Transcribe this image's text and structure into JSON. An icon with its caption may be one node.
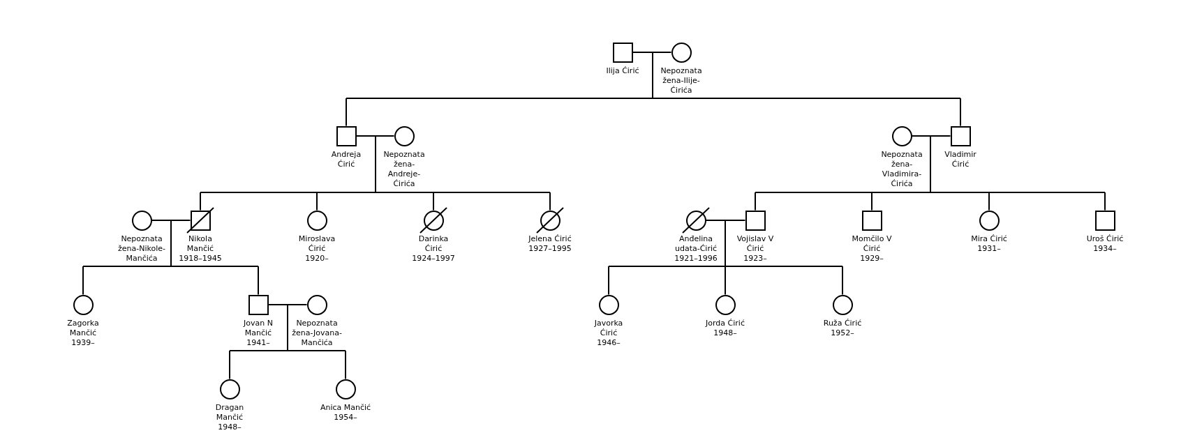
{
  "diagram": {
    "nodes": [
      {
        "text": [],
        "shape": "box",
        "beside": [
          "Ilija Ćirić"
        ]
      },
      {
        "text": [],
        "shape": "circle",
        "beside": [
          "Nepoznata žena-Ilije-Ćirića"
        ]
      },
      {
        "text": [],
        "shape": "box",
        "beside": [
          "Andreja Ćirić"
        ]
      },
      {
        "text": [],
        "shape": "circle",
        "beside": [
          "Nepoznata žena-Andreje-Ćirića"
        ]
      },
      {
        "text": [],
        "shape": "circle",
        "beside": [
          "Nepoznata žena-Vladimira-Ćirića"
        ]
      },
      {
        "text": [],
        "shape": "box",
        "beside": [
          "Vladimir Ćirić"
        ]
      },
      {
        "text": [],
        "shape": "circle",
        "beside": [
          "Nepoznata žena-Nikole-Mančića"
        ]
      },
      {
        "text": [],
        "shape": "slashed-box",
        "beside": [
          "Nikola Mančić",
          "1918–1945"
        ]
      },
      {
        "text": [],
        "shape": "circle",
        "beside": [
          "Miroslava Ćirić",
          "1920–"
        ]
      },
      {
        "text": [],
        "shape": "slashed-circle",
        "beside": [
          "Darinka Ćirić",
          "1924–1997"
        ]
      },
      {
        "text": [],
        "shape": "slashed-circle",
        "beside": [
          "Jelena Ćirić",
          "1927–1995"
        ]
      },
      {
        "text": [],
        "shape": "slashed-circle",
        "beside": [
          "Anđelina udata-Ćirić",
          "1921–1996"
        ]
      },
      {
        "text": [],
        "shape": "box",
        "beside": [
          "Vojislav V Ćirić",
          "1923–"
        ]
      },
      {
        "text": [],
        "shape": "box",
        "beside": [
          "Momčilo V Ćirić",
          "1929–"
        ]
      },
      {
        "text": [],
        "shape": "circle",
        "beside": [
          "Mira Ćirić",
          "1931–"
        ]
      },
      {
        "text": [],
        "shape": "box",
        "beside": [
          "Uroš Ćirić",
          "1934–"
        ]
      },
      {
        "text": [],
        "shape": "circle",
        "beside": [
          "Zagorka Mančić",
          "1939–"
        ]
      },
      {
        "text": [],
        "shape": "box",
        "beside": [
          "Jovan N Mančić",
          "1941–"
        ]
      },
      {
        "text": [],
        "shape": "circle",
        "beside": [
          "Nepoznata žena-Jovana-Mančića"
        ]
      },
      {
        "text": [],
        "shape": "circle",
        "beside": [
          "Javorka Ćirić",
          "1946–"
        ]
      },
      {
        "text": [],
        "shape": "circle",
        "beside": [
          "Jorda Ćirić",
          "1948–"
        ]
      },
      {
        "text": [],
        "shape": "circle",
        "beside": [
          "Ruža Ćirić",
          "1952–"
        ]
      },
      {
        "text": [],
        "shape": "circle",
        "beside": [
          "Dragan Mančić",
          "1948–"
        ]
      },
      {
        "text": [],
        "shape": "circle",
        "beside": [
          "Anica Mančić",
          "1954–"
        ]
      }
    ],
    "edges": [
      {
        "from": 0,
        "to": 1,
        "arrow": "none"
      },
      {
        "from": 0,
        "to": 2,
        "arrow": "none"
      },
      {
        "from": 1,
        "to": 2,
        "arrow": "none"
      },
      {
        "from": 0,
        "to": 5,
        "arrow": "none"
      },
      {
        "from": 1,
        "to": 5,
        "arrow": "none"
      },
      {
        "from": 2,
        "to": 3,
        "arrow": "none"
      },
      {
        "from": 2,
        "to": 7,
        "arrow": "none"
      },
      {
        "from": 3,
        "to": 7,
        "arrow": "none"
      },
      {
        "from": 2,
        "to": 8,
        "arrow": "none"
      },
      {
        "from": 3,
        "to": 8,
        "arrow": "none"
      },
      {
        "from": 2,
        "to": 9,
        "arrow": "none"
      },
      {
        "from": 3,
        "to": 9,
        "arrow": "none"
      },
      {
        "from": 2,
        "to": 10,
        "arrow": "none"
      },
      {
        "from": 3,
        "to": 10,
        "arrow": "none"
      },
      {
        "from": 4,
        "to": 5,
        "arrow": "none"
      },
      {
        "from": 5,
        "to": 12,
        "arrow": "none"
      },
      {
        "from": 4,
        "to": 12,
        "arrow": "none"
      },
      {
        "from": 5,
        "to": 13,
        "arrow": "none"
      },
      {
        "from": 4,
        "to": 13,
        "arrow": "none"
      },
      {
        "from": 5,
        "to": 14,
        "arrow": "none"
      },
      {
        "from": 4,
        "to": 14,
        "arrow": "none"
      },
      {
        "from": 5,
        "to": 15,
        "arrow": "none"
      },
      {
        "from": 4,
        "to": 15,
        "arrow": "none"
      },
      {
        "from": 6,
        "to": 7,
        "arrow": "none"
      },
      {
        "from": 7,
        "to": 16,
        "arrow": "none"
      },
      {
        "from": 6,
        "to": 16,
        "arrow": "none"
      },
      {
        "from": 7,
        "to": 17,
        "arrow": "none"
      },
      {
        "from": 6,
        "to": 17,
        "arrow": "none"
      },
      {
        "from": 11,
        "to": 12,
        "arrow": "none"
      },
      {
        "from": 12,
        "to": 19,
        "arrow": "none"
      },
      {
        "from": 11,
        "to": 19,
        "arrow": "none"
      },
      {
        "from": 12,
        "to": 20,
        "arrow": "none"
      },
      {
        "from": 11,
        "to": 20,
        "arrow": "none"
      },
      {
        "from": 12,
        "to": 21,
        "arrow": "none"
      },
      {
        "from": 11,
        "to": 21,
        "arrow": "none"
      },
      {
        "from": 17,
        "to": 18,
        "arrow": "none"
      },
      {
        "from": 17,
        "to": 22,
        "arrow": "none"
      },
      {
        "from": 18,
        "to": 22,
        "arrow": "none"
      },
      {
        "from": 17,
        "to": 23,
        "arrow": "none"
      },
      {
        "from": 18,
        "to": 23,
        "arrow": "none"
      }
    ]
  }
}
